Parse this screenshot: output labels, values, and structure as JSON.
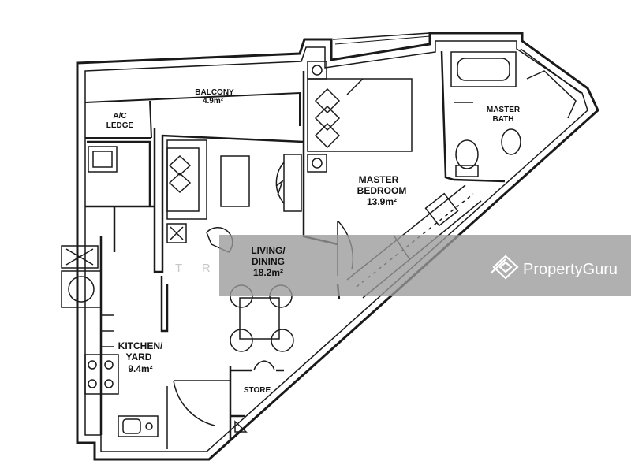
{
  "rooms": {
    "balcony": {
      "name": "BALCONY",
      "area": "4.9m²"
    },
    "ac_ledge": {
      "line1": "A/C",
      "line2": "LEDGE"
    },
    "master_bath": {
      "line1": "MASTER",
      "line2": "BATH"
    },
    "master_bedroom": {
      "line1": "MASTER",
      "line2": "BEDROOM",
      "area": "13.9m²"
    },
    "living_dining": {
      "line1": "LIVING/",
      "line2": "DINING",
      "area": "18.2m²"
    },
    "kitchen_yard": {
      "line1": "KITCHEN/",
      "line2": "YARD",
      "area": "9.4m²"
    },
    "store": {
      "name": "STORE"
    }
  },
  "watermark": {
    "brand": "PropertyGuru",
    "ghost_letters": "T      R"
  },
  "colors": {
    "line": "#1a1a1a",
    "banner": "#9a9a9a",
    "background": "#ffffff"
  }
}
